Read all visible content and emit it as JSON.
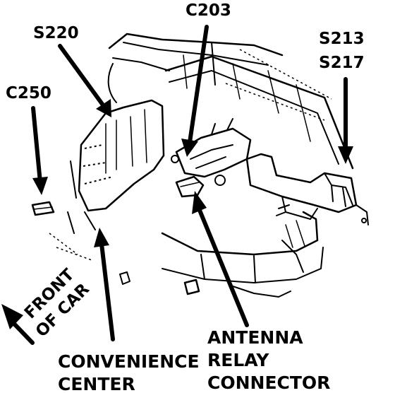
{
  "labels": {
    "c203": "C203",
    "s220": "S220",
    "s213": "S213",
    "s217": "S217",
    "c250": "C250",
    "front_of_car_line1": "FRONT",
    "front_of_car_line2": "OF CAR",
    "convenience_center_line1": "CONVENIENCE",
    "convenience_center_line2": "CENTER",
    "antenna_relay_connector_line1": "ANTENNA",
    "antenna_relay_connector_line2": "RELAY",
    "antenna_relay_connector_line3": "CONNECTOR"
  },
  "colors": {
    "ink": "#000000",
    "background": "#ffffff"
  }
}
